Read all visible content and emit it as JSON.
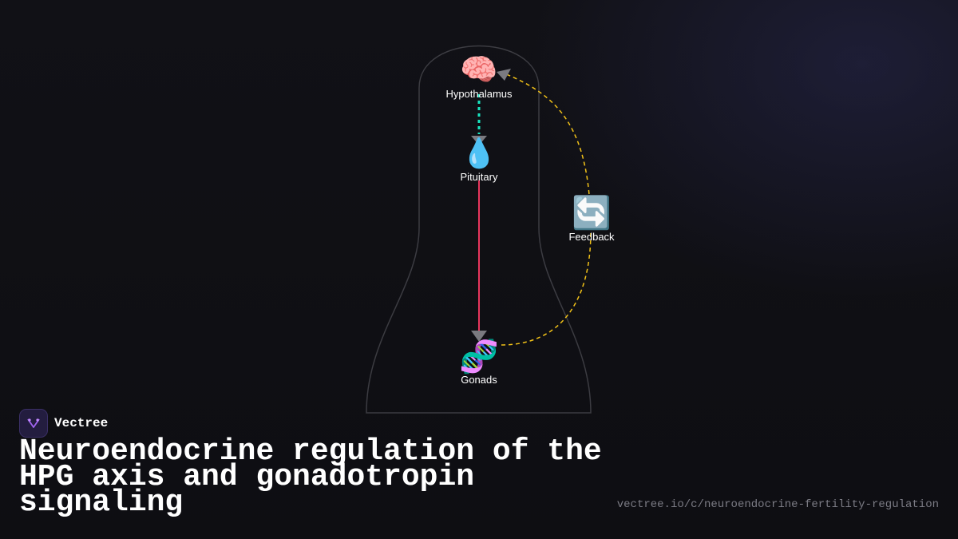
{
  "diagram": {
    "nodes": [
      {
        "id": "hypothalamus",
        "label": "Hypothalamus",
        "icon": "brain-icon",
        "glyph": "🧠"
      },
      {
        "id": "pituitary",
        "label": "Pituitary",
        "icon": "droplet-icon",
        "glyph": "💧"
      },
      {
        "id": "feedback",
        "label": "Feedback",
        "icon": "cycle-arrows-icon",
        "glyph": "🔄"
      },
      {
        "id": "gonads",
        "label": "Gonads",
        "icon": "dna-icon",
        "glyph": "🧬"
      }
    ],
    "edges": [
      {
        "from": "hypothalamus",
        "to": "pituitary",
        "style": "dotted",
        "color": "#19e6c1"
      },
      {
        "from": "pituitary",
        "to": "gonads",
        "style": "solid",
        "color": "#e8365d"
      },
      {
        "from": "gonads",
        "to": "hypothalamus",
        "via": "feedback",
        "style": "dashed",
        "color": "#f2c218"
      }
    ]
  },
  "brand": {
    "name": "Vectree"
  },
  "title": "Neuroendocrine regulation of the HPG axis and gonadotropin signaling",
  "url": "vectree.io/c/neuroendocrine-fertility-regulation"
}
